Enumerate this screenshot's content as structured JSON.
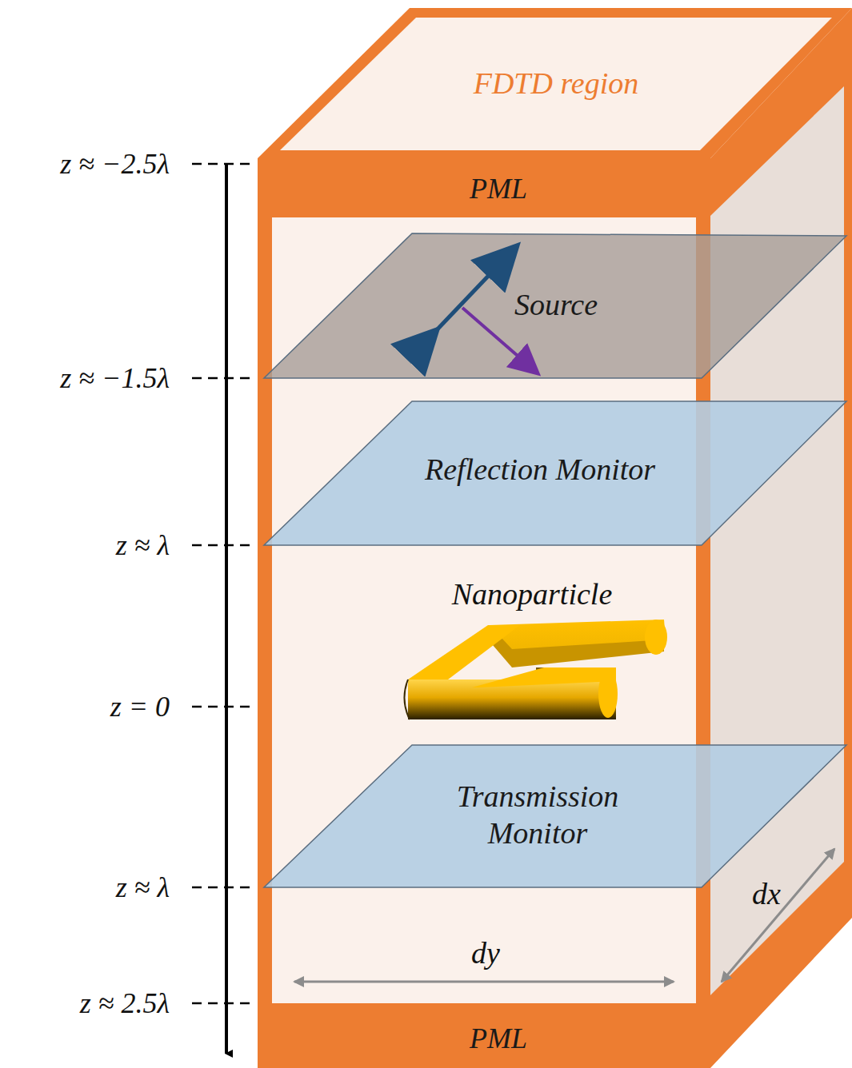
{
  "diagram": {
    "nodes": [
      {
        "text": [
          "FDTD region"
        ]
      },
      {
        "text": [
          "PML"
        ],
        "in": 0
      },
      {
        "text": [
          "Source"
        ],
        "in": 0
      },
      {
        "text": [
          "Reflection Monitor"
        ],
        "in": 0
      },
      {
        "text": [
          "Transmission Monitor"
        ],
        "in": 0
      },
      {
        "text": [
          "PML"
        ],
        "in": 0
      }
    ],
    "labels": [
      "z ≈ −2.5λ",
      "z ≈ −1.5λ",
      "z ≈ λ",
      "z = 0",
      "z ≈ λ",
      "z ≈ 2.5λ",
      "Nanoparticle",
      "dy",
      "dx"
    ]
  }
}
